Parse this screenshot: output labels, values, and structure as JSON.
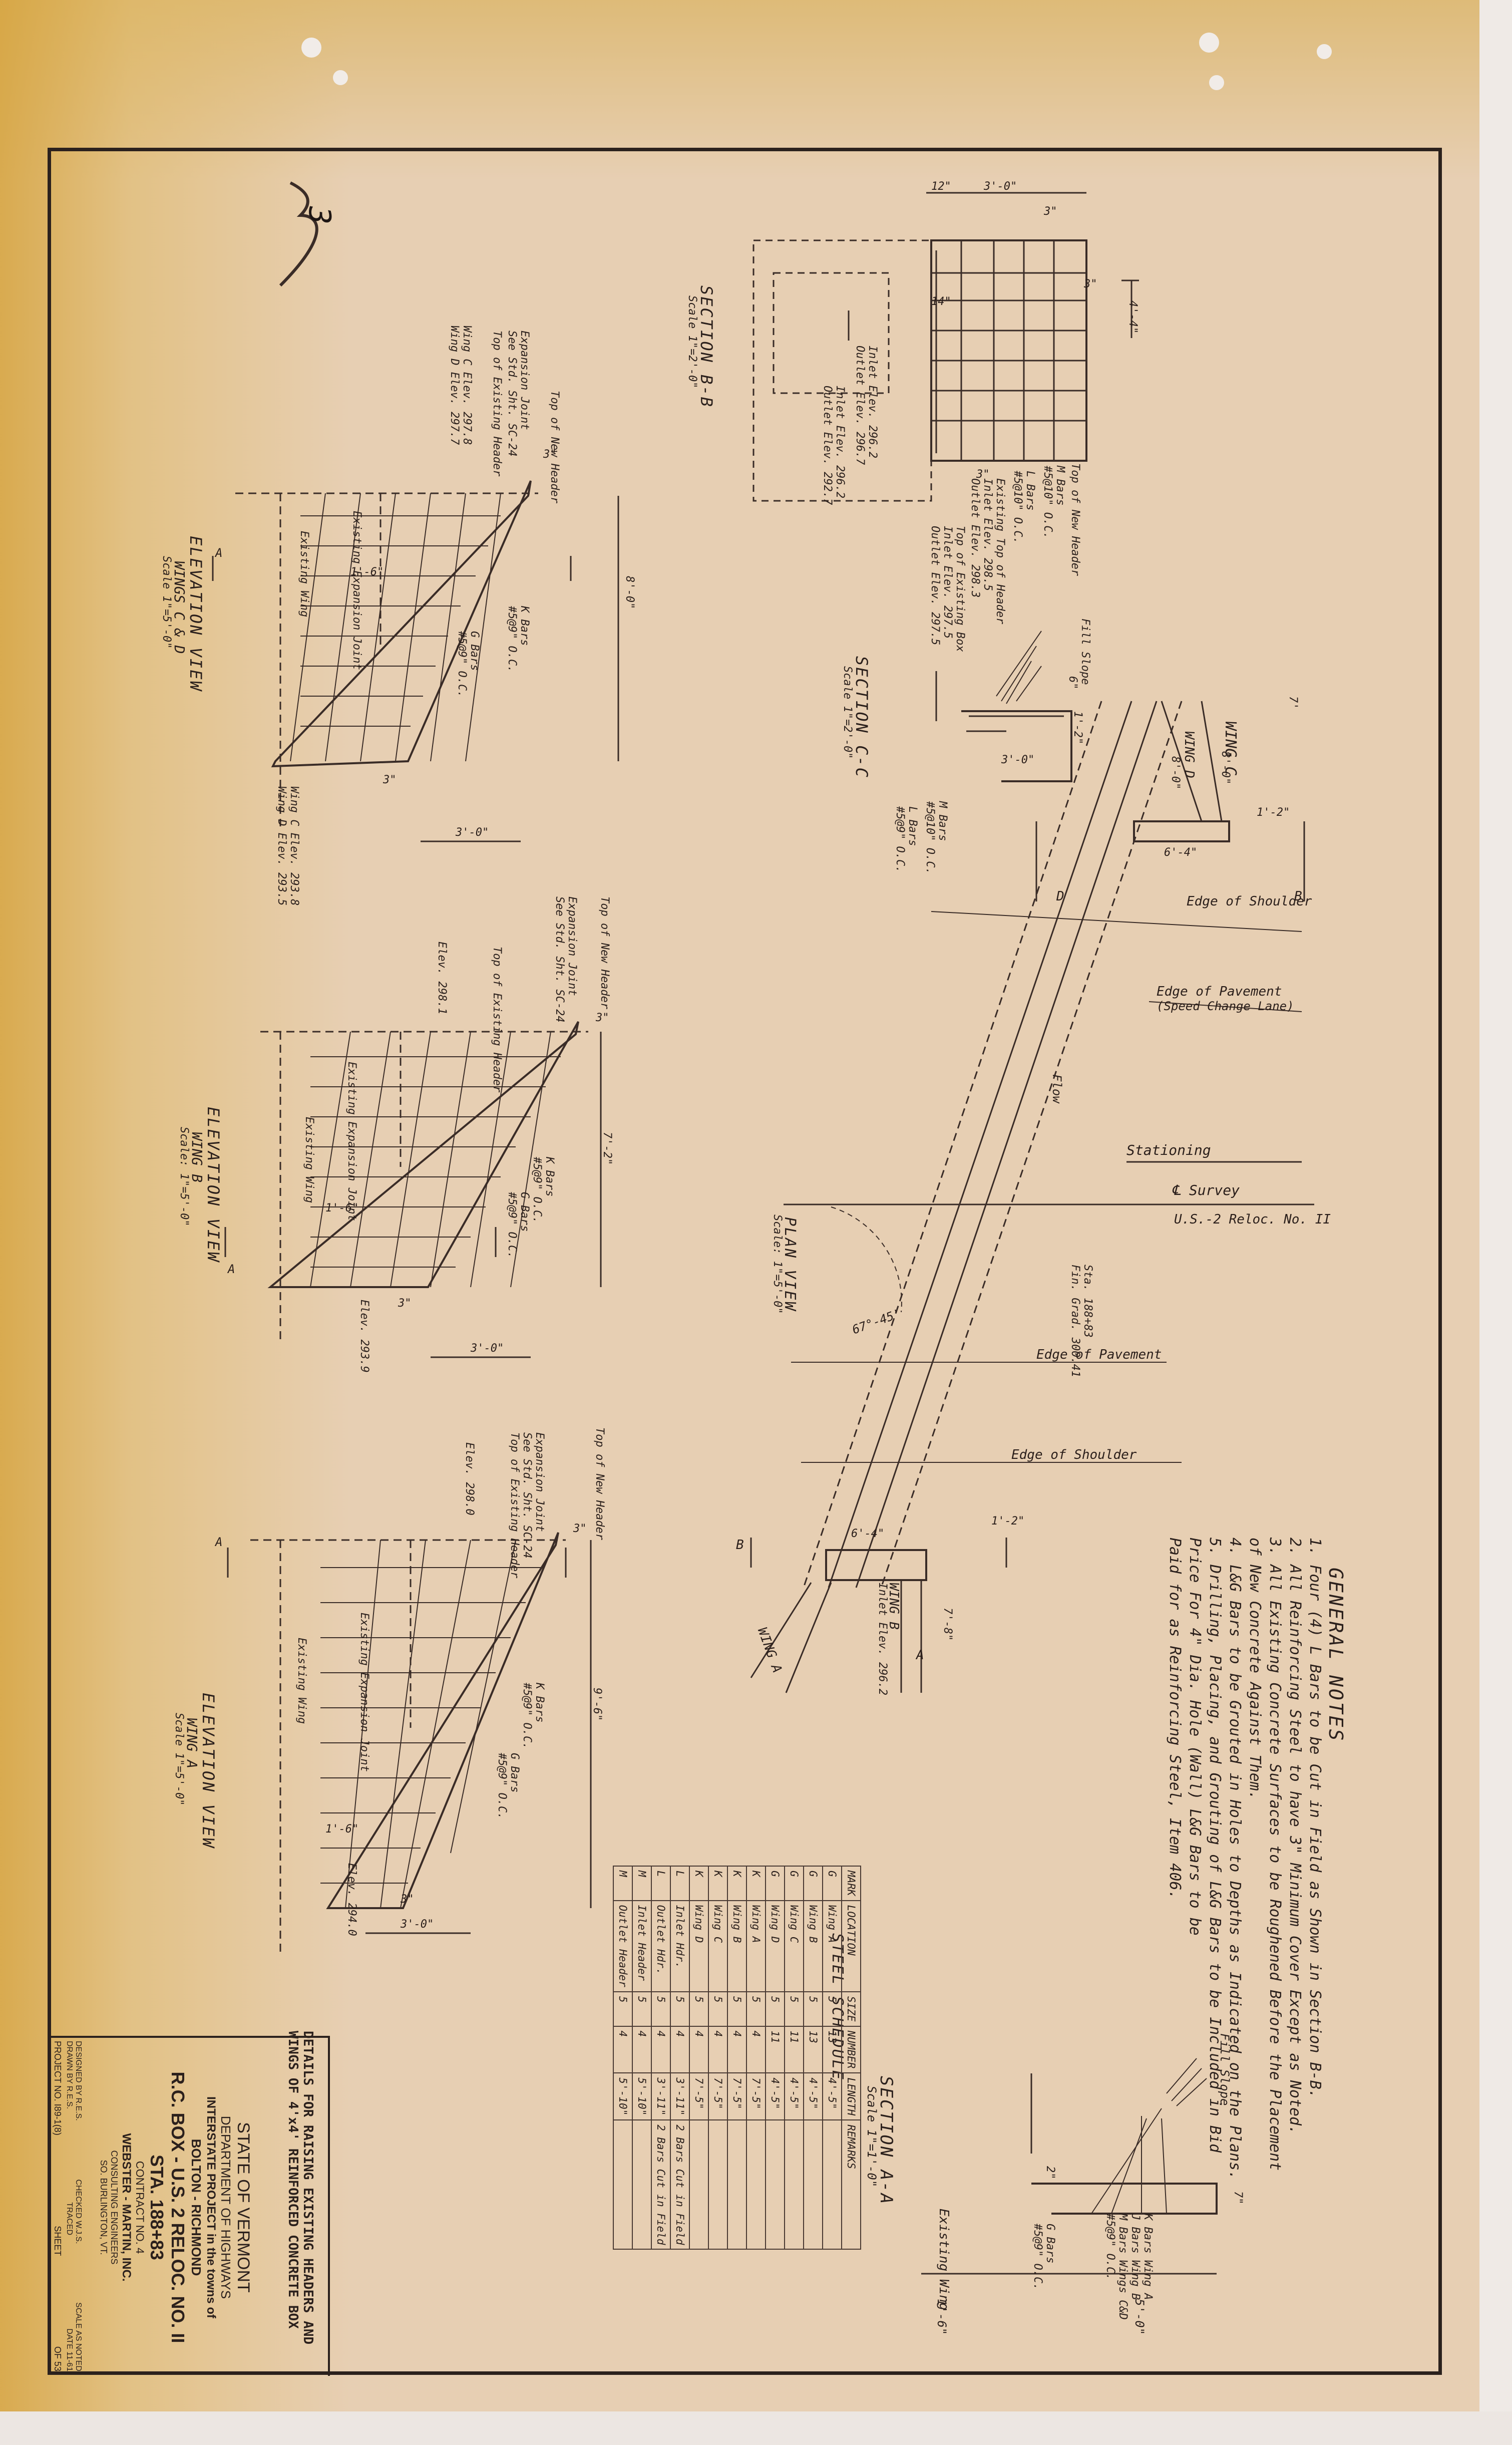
{
  "sheet_mark": "3",
  "general_notes": {
    "title": "GENERAL NOTES",
    "items": [
      "1. Four (4) L Bars to be Cut in Field as Shown in Section B-B.",
      "2. All Reinforcing Steel to have 3\" Minimum Cover Except as Noted.",
      "3. All Existing Concrete Surfaces to be Roughened Before the Placement",
      "   of New Concrete Against Them.",
      "4. L&G Bars to be Grouted in Holes to Depths as Indicated on the Plans.",
      "5. Drilling, Placing, and Grouting of L&G Bars to be Included in Bid",
      "   Price For 4\" Dia. Hole (Wall) L&G Bars to be",
      "   Paid for as Reinforcing Steel, Item 406."
    ]
  },
  "steel_schedule": {
    "title": "STEEL SCHEDULE",
    "columns": [
      "MARK",
      "LOCATION",
      "SIZE",
      "NUMBER",
      "LENGTH",
      "REMARKS"
    ],
    "rows": [
      [
        "G",
        "Wing A",
        "5",
        "13",
        "4'-5\"",
        ""
      ],
      [
        "G",
        "Wing B",
        "5",
        "13",
        "4'-5\"",
        ""
      ],
      [
        "G",
        "Wing C",
        "5",
        "11",
        "4'-5\"",
        ""
      ],
      [
        "G",
        "Wing D",
        "5",
        "11",
        "4'-5\"",
        ""
      ],
      [
        "K",
        "Wing A",
        "5",
        "4",
        "7'-5\"",
        ""
      ],
      [
        "K",
        "Wing B",
        "5",
        "4",
        "7'-5\"",
        ""
      ],
      [
        "K",
        "Wing C",
        "5",
        "4",
        "7'-5\"",
        ""
      ],
      [
        "K",
        "Wing D",
        "5",
        "4",
        "7'-5\"",
        ""
      ],
      [
        "L",
        "Inlet Hdr.",
        "5",
        "4",
        "3'-11\"",
        "2 Bars Cut in Field"
      ],
      [
        "L",
        "Outlet Hdr.",
        "5",
        "4",
        "3'-11\"",
        "2 Bars Cut in Field"
      ],
      [
        "M",
        "Inlet Header",
        "5",
        "4",
        "5'-10\"",
        ""
      ],
      [
        "M",
        "Outlet Header",
        "5",
        "4",
        "5'-10\"",
        ""
      ]
    ]
  },
  "section_aa": {
    "title": "SECTION A-A",
    "scale": "Scale 1\"=1'-0\"",
    "fill_slope": "Fill Slope",
    "existing_wing": "Existing Wing",
    "dims": [
      "1'-6\"",
      "5'-0\"",
      "2\"",
      "7\""
    ],
    "k_bars": "K Bars Wing A",
    "j_bars": "J Bars Wing B",
    "m_bars": "M Bars Wings C&D",
    "spacing1": "#5@9\" O.C.",
    "g_bars": "G Bars",
    "g_spacing": "#5@9\" O.C."
  },
  "plan_view": {
    "title": "PLAN VIEW",
    "scale": "Scale: 1\"=5'-0\"",
    "edge_of_shoulder": "Edge of Shoulder",
    "edge_of_pavement_scl": "Edge of Pavement",
    "speed_change": "(Speed Change Lane)",
    "stationing": "Stationing",
    "survey": "℄ Survey",
    "us2": "U.S.-2 Reloc. No. II",
    "edge_of_pavement": "Edge of Pavement",
    "edge_of_shoulder2": "Edge of Shoulder",
    "station": "Sta. 188+83",
    "fin_grad": "Fin. Grad. 300.41",
    "angle": "67°-45'",
    "flow": "Flow",
    "wing_a": "WING A",
    "wing_b": "WING B",
    "wing_c": "WING C",
    "wing_d": "WING D",
    "inlet_elev": "Inlet Elev. 296.2",
    "dims": [
      "6'-4\"",
      "1'-2\"",
      "6'-4\"",
      "1'-2\"",
      "7'-8\"",
      "8'-0\"",
      "8'-0\"",
      "7'"
    ],
    "cut_a": "A",
    "cut_b": "B",
    "cut_c": "C",
    "cut_d": "D"
  },
  "section_bb": {
    "title": "SECTION B-B",
    "scale": "Scale 1\"=2'-0\"",
    "dims": [
      "12\"",
      "3'-0\"",
      "3\"",
      "3\"",
      "14\"",
      "4'-4\"",
      "3\""
    ],
    "inlet_elev": "Inlet Elev. 296.2",
    "outlet_elev": "Outlet Elev. 296.7",
    "inlet_elev2": "Inlet Elev. 296.2",
    "outlet_elev2": "Outlet Elev. 292.7",
    "top_new_header": "Top of New Header",
    "m_bars": "M Bars",
    "m_spacing": "#5@10\" O.C.",
    "l_bars": "L Bars",
    "l_spacing": "#5@10\" O.C.",
    "existing_top": "Existing Top of Header",
    "inlet_298": "Inlet Elev. 298.5",
    "outlet_298": "Outlet Elev. 298.3",
    "top_exist_box": "Top of Existing Box",
    "inlet_297": "Inlet Elev. 297.5",
    "outlet_297": "Outlet Elev. 297.5"
  },
  "section_cc": {
    "title": "SECTION C-C",
    "scale": "Scale 1\"=2'-0\"",
    "fill_slope": "Fill Slope",
    "dims": [
      "3'-0\"",
      "1'-2\"",
      "6\""
    ],
    "m_bars": "M Bars",
    "m_spacing": "#5@10\" O.C.",
    "l_bars": "L Bars",
    "l_spacing": "#5@9\" O.C."
  },
  "elev_cd": {
    "title": "ELEVATION VIEW",
    "subtitle": "WINGS C & D",
    "scale": "Scale 1\"=5'-0\"",
    "top_new_header": "Top of New Header",
    "expansion_joint": "Expansion Joint",
    "see_std": "See Std. Sht. SC-24",
    "top_existing_header": "Top of Existing Header",
    "wing_c_elev": "Wing C Elev. 297.8",
    "wing_d_elev": "Wing D Elev. 297.7",
    "existing_expansion": "Existing Expansion Joint",
    "existing_wing": "Existing Wing",
    "k_bars": "K Bars",
    "k_spacing": "#5@9\" O.C.",
    "g_bars": "G Bars",
    "g_spacing": "#5@9\" O.C.",
    "wing_c_low": "Wing C Elev. 293.8",
    "wing_d_low": "Wing D Elev. 293.5",
    "dims": [
      "3\"",
      "8'-0\"",
      "1'-6\"",
      "3\"",
      "3'-0\""
    ],
    "cut": "A"
  },
  "elev_b": {
    "title": "ELEVATION VIEW",
    "subtitle": "WING B",
    "scale": "Scale: 1\"=5'-0\"",
    "top_new_header": "Top of New Header",
    "expansion_joint": "Expansion Joint",
    "see_std": "See Std. Sht. SC-24",
    "top_existing_header": "Top of Existing Header",
    "elev": "Elev. 298.1",
    "existing_expansion": "Existing Expansion Joint",
    "existing_wing": "Existing Wing",
    "k_bars": "K Bars",
    "k_spacing": "#5@9\" O.C.",
    "g_bars": "G Bars",
    "g_spacing": "#5@9\" O.C.",
    "elev_low": "Elev. 293.9",
    "dims": [
      "3\"",
      "7'-2\"",
      "1'-6\"",
      "3\"",
      "3'-0\""
    ],
    "cut": "A"
  },
  "elev_a": {
    "title": "ELEVATION VIEW",
    "subtitle": "WING A",
    "scale": "Scale 1\"=5'-0\"",
    "top_new_header": "Top of New Header",
    "expansion_joint": "Expansion Joint",
    "see_std": "See Std. Sht. SC-24",
    "top_existing_header": "Top of Existing Header",
    "elev": "Elev. 298.0",
    "existing_expansion": "Existing Expansion Joint",
    "existing_wing": "Existing Wing",
    "k_bars": "K Bars",
    "k_spacing": "#5@9\" O.C.",
    "g_bars": "G Bars",
    "g_spacing": "#5@9\" O.C.",
    "elev_low": "Elev. 294.0",
    "dims": [
      "3\"",
      "9'-6\"",
      "1'-6\"",
      "3\"",
      "3'-0\""
    ],
    "cut": "A"
  },
  "details_title": {
    "line1": "DETAILS FOR RAISING EXISTING HEADERS AND",
    "line2": "WINGS OF 4'x4' REINFORCED CONCRETE BOX"
  },
  "title_block": {
    "state": "STATE OF VERMONT",
    "dept": "DEPARTMENT OF HIGHWAYS",
    "project": "INTERSTATE PROJECT in the towns of",
    "towns": "BOLTON - RICHMOND",
    "box": "R.C. BOX - U.S. 2 RELOC. NO. II",
    "sta": "STA. 188+83",
    "contract": "CONTRACT NO. 4",
    "firm": "WEBSTER - MARTIN, INC.",
    "firm_sub": "CONSULTING ENGINEERS",
    "city": "SO. BURLINGTON, VT.",
    "designed": "DESIGNED BY R.E.S.",
    "drawn": "DRAWN BY R.E.S.",
    "checked": "CHECKED W.J.S.",
    "traced": "TRACED",
    "scale": "SCALE AS NOTED",
    "date": "DATE 11-61",
    "project_no": "PROJECT NO. I89-1(8)",
    "sheet": "SHEET",
    "of": "OF 53"
  }
}
